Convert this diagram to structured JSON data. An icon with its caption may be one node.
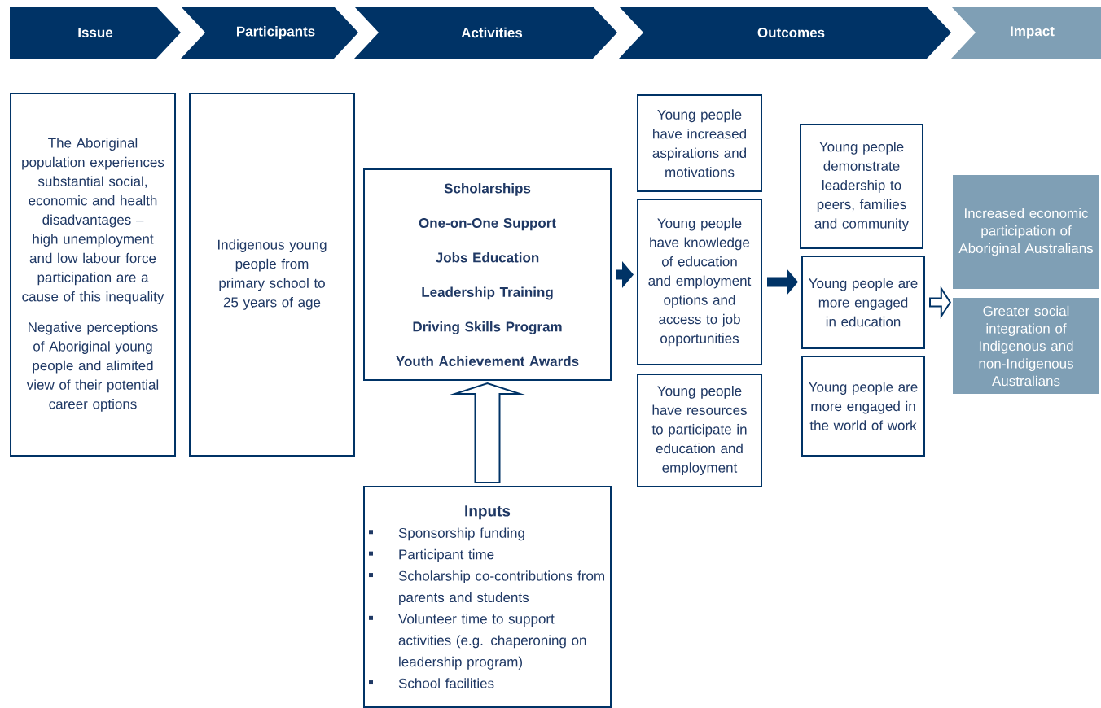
{
  "diagram": {
    "nodes": [
      {
        "text": [
          "Issue"
        ]
      },
      {
        "text": [
          "Participants"
        ]
      },
      {
        "text": [
          "Activities"
        ]
      },
      {
        "text": [
          "Outcomes"
        ]
      },
      {
        "text": [
          "Impact"
        ]
      },
      {
        "text": [
          "The Aboriginal population experiences substantial social, economic and health disadvantages – high unemployment and low labour force participation are a cause of this inequality",
          "Negative perceptions of Aboriginal young people and alimited view of their potential career options"
        ]
      },
      {
        "text": [
          "Indigenous young people from primary school to 25 years of age"
        ]
      },
      {
        "text": [
          "Scholarships",
          "One-on-One Support",
          "Jobs Education",
          "Leadership Training",
          "Driving Skills Program",
          "Youth Achievement Awards"
        ]
      },
      {
        "text": [
          "Inputs",
          "Sponsorship funding",
          "Participant time",
          "Scholarship co-contributions from parents and students",
          "Volunteer time to support activities (e.g. chaperoning on leadership program)",
          "School facilities"
        ]
      },
      {
        "text": [
          "Young people have increased aspirations and motivations"
        ]
      },
      {
        "text": [
          "Young people have knowledge of education and employment options and access to job opportunities"
        ]
      },
      {
        "text": [
          "Young people have resources to participate in education and employment"
        ]
      },
      {
        "text": [
          "Young people demonstrate leadership to peers, families and community"
        ]
      },
      {
        "text": [
          "Young people are more engaged in education"
        ]
      },
      {
        "text": [
          "Young people are more engaged in the world of work"
        ]
      },
      {
        "text": [
          "Increased economic participation of Aboriginal Australians"
        ]
      },
      {
        "text": [
          "Greater social integration of Indigenous and non-Indigenous Australians"
        ]
      }
    ],
    "edges": [
      {
        "from": 7,
        "to": 10,
        "arrow": "to"
      },
      {
        "from": 10,
        "to": 13,
        "arrow": "to"
      },
      {
        "from": 13,
        "to": 15,
        "arrow": "to"
      },
      {
        "from": 8,
        "to": 7,
        "arrow": "to"
      }
    ]
  }
}
